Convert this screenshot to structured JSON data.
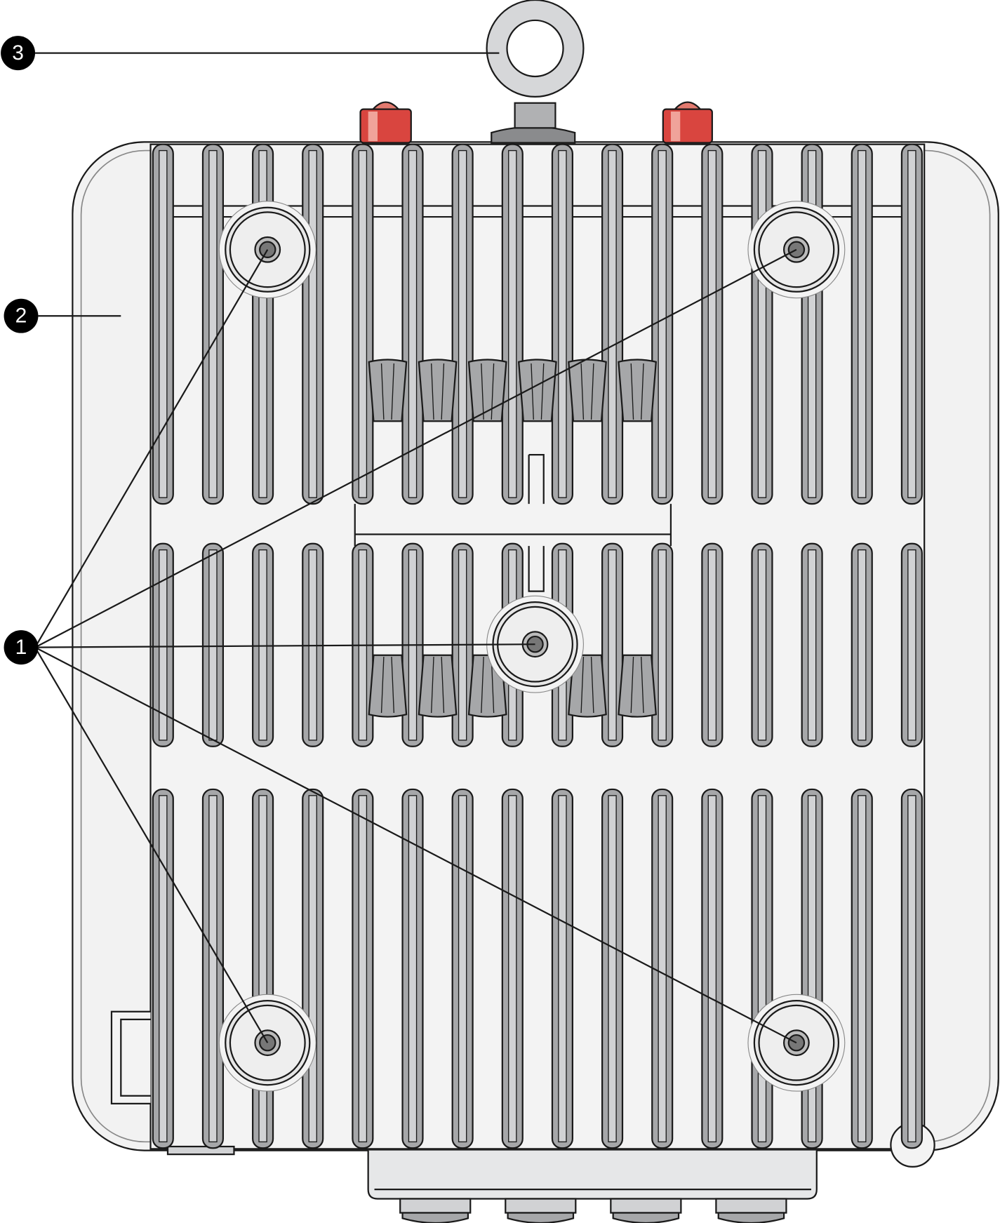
{
  "diagram": {
    "callouts": [
      {
        "label": "1",
        "target": "mounting-bolts"
      },
      {
        "label": "2",
        "target": "enclosure-body"
      },
      {
        "label": "3",
        "target": "lifting-eyebolt"
      }
    ]
  },
  "colors": {
    "body_fill": "#f2f2f2",
    "fin_dark": "#a6a7a9",
    "fin_light": "#d1d2d4",
    "cap_red": "#d9453f",
    "outline": "#1a1a1a",
    "callout_fill": "#000000"
  }
}
